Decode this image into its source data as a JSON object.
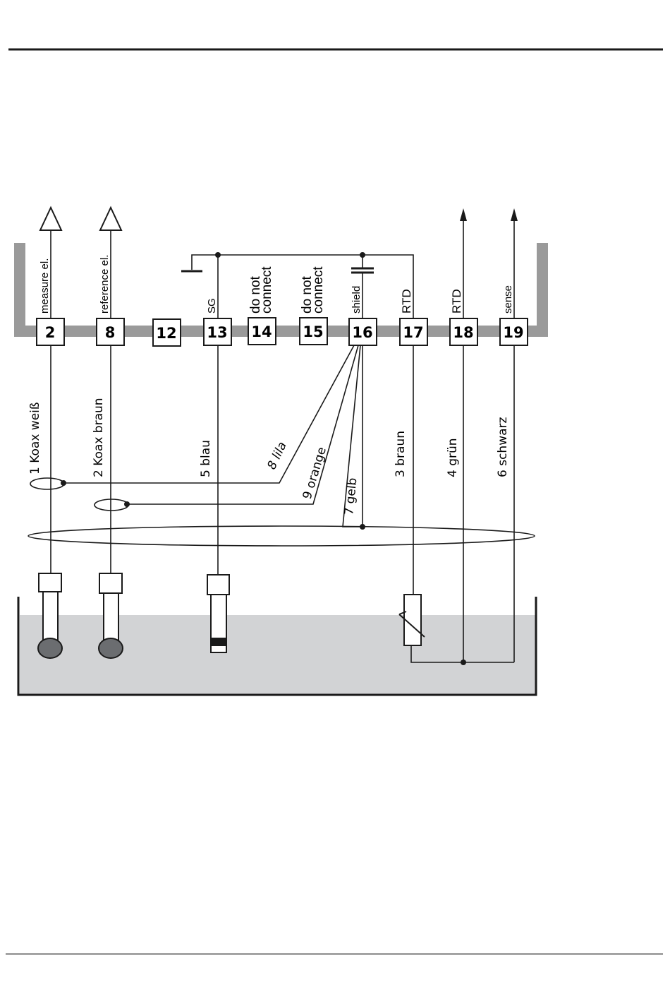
{
  "diagram": {
    "terminals": [
      {
        "number": "2",
        "label_lines": [
          "measure el."
        ]
      },
      {
        "number": "8",
        "label_lines": [
          "reference el."
        ]
      },
      {
        "number": "12",
        "label_lines": []
      },
      {
        "number": "13",
        "label_lines": [
          "SG"
        ]
      },
      {
        "number": "14",
        "label_lines": [
          "do not",
          "connect"
        ]
      },
      {
        "number": "15",
        "label_lines": [
          "do not",
          "connect"
        ]
      },
      {
        "number": "16",
        "label_lines": [
          "shield"
        ]
      },
      {
        "number": "17",
        "label_lines": [
          "RTD"
        ]
      },
      {
        "number": "18",
        "label_lines": [
          "RTD"
        ]
      },
      {
        "number": "19",
        "label_lines": [
          "sense"
        ]
      }
    ],
    "wires": [
      {
        "label": "1  Koax  weiß"
      },
      {
        "label": "2  Koax braun"
      },
      {
        "label": "5  blau"
      },
      {
        "label": "8  lila"
      },
      {
        "label": "9  orange"
      },
      {
        "label": "7 gelb"
      },
      {
        "label": "3  braun"
      },
      {
        "label": "4  grün"
      },
      {
        "label": "6  schwarz"
      }
    ],
    "colors": {
      "line": "#1a1a1a",
      "rail": "#9a9a9a",
      "liquid": "#d2d3d5",
      "electrode_tip": "#6b6d70"
    }
  }
}
